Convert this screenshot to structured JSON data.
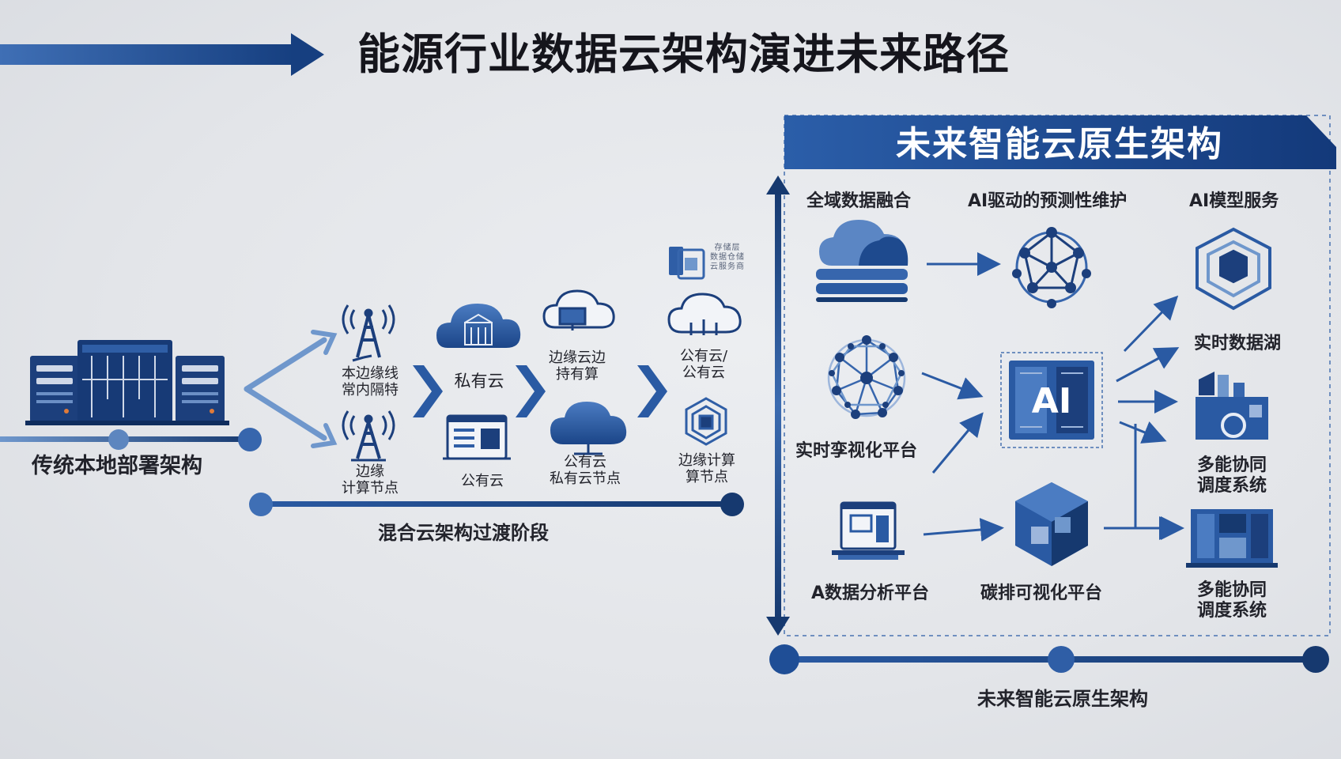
{
  "title": "能源行业数据云架构演进未来路径",
  "colors": {
    "primary": "#1f4e96",
    "dark": "#16396f",
    "light": "#6f97cc",
    "background": "#e6e8ec"
  },
  "stage1": {
    "icon": "server-rack-icon",
    "label": "传统本地部署架构"
  },
  "stage2": {
    "timeline_label": "混合云架构过渡阶段",
    "col1": [
      {
        "icon": "signal-tower-icon",
        "lines": [
          "本边缘线",
          "常内隔特"
        ]
      },
      {
        "icon": "signal-tower-icon",
        "lines": [
          "边缘",
          "计算节点"
        ]
      }
    ],
    "col2": [
      {
        "icon": "cloud-building-icon",
        "lines": [
          "私有云"
        ]
      },
      {
        "icon": "dashboard-icon",
        "lines": [
          "公有云"
        ]
      }
    ],
    "col3": [
      {
        "icon": "cloud-device-icon",
        "lines": [
          "边缘云边",
          "持有算"
        ]
      },
      {
        "icon": "cloud-icon",
        "lines": [
          "公有云",
          "私有云节点"
        ]
      }
    ],
    "col4": [
      {
        "icon": "server-module-icon",
        "lines": [
          "存储层",
          "数据仓储",
          "云服务商"
        ]
      },
      {
        "icon": "cloud-circuit-icon",
        "lines": [
          "公有云/",
          "公有云"
        ]
      },
      {
        "icon": "hexagon-chip-icon",
        "lines": [
          "边缘计算",
          "算节点"
        ]
      }
    ]
  },
  "stage3": {
    "header": "未来智能云原生架构",
    "timeline_label": "未来智能云原生架构",
    "items": {
      "data_fusion": {
        "icon": "cloud-stack-icon",
        "label": "全域数据融合"
      },
      "predictive": {
        "icon": "network-globe-icon",
        "label": "AI驱动的预测性维护"
      },
      "model_service": {
        "icon": "cube-network-icon",
        "label": "AI模型服务"
      },
      "digital_twin": {
        "icon": "mesh-sphere-icon",
        "label": "实时孪视化平台"
      },
      "ai_core": {
        "icon": "ai-chip-icon",
        "label": "AI"
      },
      "data_lake": {
        "label": "实时数据湖"
      },
      "multi_energy_1": {
        "icon": "factory-icon",
        "lines": [
          "多能协同",
          "调度系统"
        ]
      },
      "carbon_monitor": {
        "icon": "monitor-icon",
        "label": "A数据分析平台"
      },
      "carbon_viz": {
        "icon": "cube-hex-icon",
        "label": "碳排可视化平台"
      },
      "multi_energy_2": {
        "icon": "grid-equipment-icon",
        "lines": [
          "多能协同",
          "调度系统"
        ]
      }
    }
  }
}
